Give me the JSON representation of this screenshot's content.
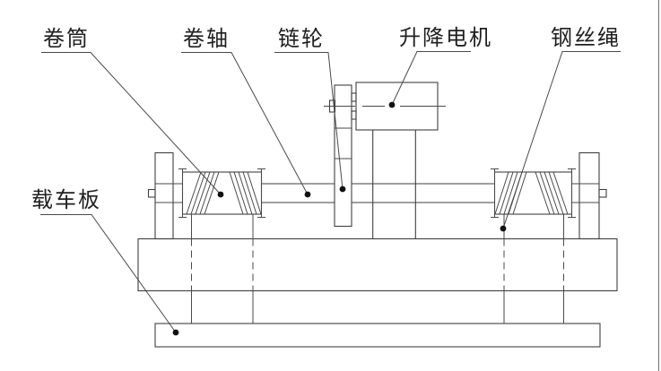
{
  "figure": {
    "background_color": "#ffffff",
    "line_color": "#3f3f3f",
    "text_color": "#1f1f1f",
    "leader_dot_color": "#111111"
  },
  "labels": {
    "drum": "卷筒",
    "reel_shaft": "卷轴",
    "sprocket": "链轮",
    "lift_motor": "升降电机",
    "wire_rope": "钢丝绳",
    "car_board": "载车板"
  }
}
